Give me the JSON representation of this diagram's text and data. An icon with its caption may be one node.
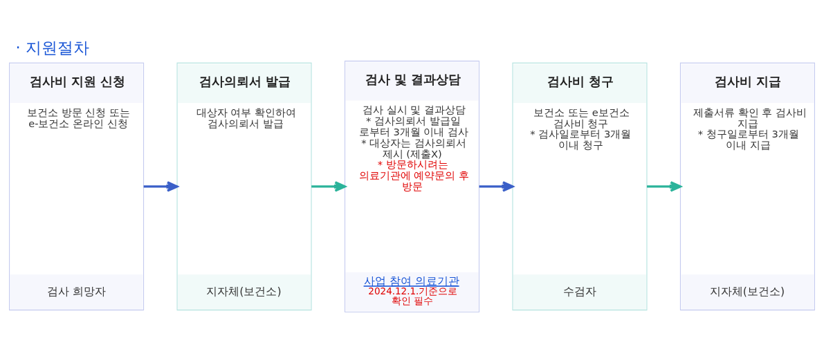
{
  "diagram": {
    "title": "· 지원절차",
    "nodes": [
      {
        "text": [
          "검사비 지원 신청",
          "보건소 방문 신청 또는 e-보건소 온라인 신청",
          "검사 희망자"
        ]
      },
      {
        "text": [
          "검사의뢰서 발급",
          "대상자 여부 확인하여 검사의뢰서 발급",
          "지자체(보건소)"
        ]
      },
      {
        "text": [
          "검사 및 결과상담",
          "검사 실시 및 결과상담",
          "* 검사의뢰서 발급일 로부터 3개월 이내 검사",
          "* 대상자는 검사의뢰서 제시 (제출X)",
          "* 방문하시려는 의료기관에 예약문의 후 방문",
          "사업 참여 의료기관",
          "2024.12.1.기준으로 확인 필수"
        ]
      },
      {
        "text": [
          "검사비 청구",
          "보건소 또는 e보건소 검사비 청구",
          "* 검사일로부터 3개월 이내 청구",
          "수검자"
        ]
      },
      {
        "text": [
          "검사비 지급",
          "제출서류 확인 후 검사비 지급",
          "* 청구일로부터 3개월 이내 지급",
          "지자체(보건소)"
        ]
      }
    ],
    "edges": [
      {
        "from": 0,
        "to": 1,
        "arrow": "to",
        "color": "#3a5fc8"
      },
      {
        "from": 1,
        "to": 2,
        "arrow": "to",
        "color": "#2bb39a"
      },
      {
        "from": 2,
        "to": 3,
        "arrow": "to",
        "color": "#3a5fc8"
      },
      {
        "from": 3,
        "to": 4,
        "arrow": "to",
        "color": "#2bb39a"
      }
    ]
  }
}
